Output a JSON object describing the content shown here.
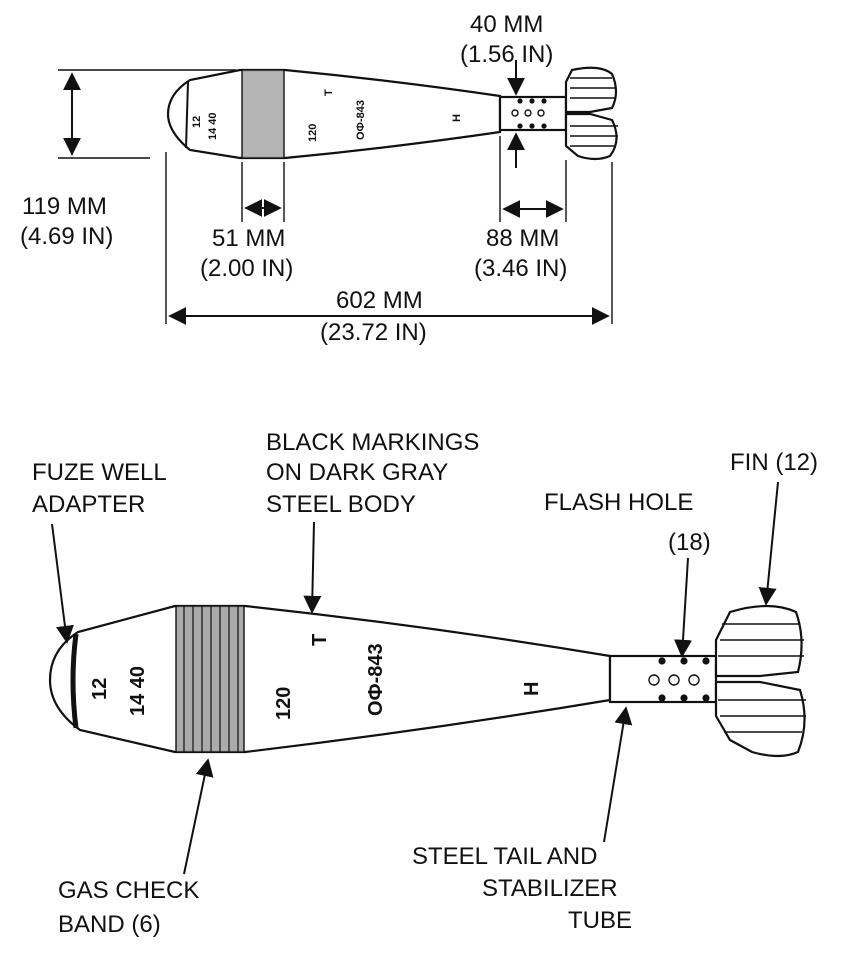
{
  "dimensions": {
    "diameter_mm": "119 MM",
    "diameter_in": "(4.69 IN)",
    "band_mm": "51 MM",
    "band_in": "(2.00 IN)",
    "tail_len_mm": "88 MM",
    "tail_len_in": "(3.46 IN)",
    "tail_dia_mm": "40 MM",
    "tail_dia_in": "(1.56 IN)",
    "length_mm": "602 MM",
    "length_in": "(23.72 IN)"
  },
  "labels": {
    "fuze_well_1": "FUZE WELL",
    "fuze_well_2": "ADAPTER",
    "markings_1": "BLACK MARKINGS",
    "markings_2": "ON DARK GRAY",
    "markings_3": "STEEL BODY",
    "flash_hole_1": "FLASH HOLE",
    "flash_hole_2": "(18)",
    "fin": "FIN (12)",
    "gas_check_1": "GAS CHECK",
    "gas_check_2": "BAND (6)",
    "tail_1": "STEEL TAIL AND",
    "tail_2": "STABILIZER",
    "tail_3": "TUBE"
  },
  "body_markings": {
    "nose_1": "12",
    "nose_2": "14 40",
    "caliber": "120",
    "lot": "ОФ-843",
    "t_mark": "Т",
    "h_mark": "Н"
  }
}
